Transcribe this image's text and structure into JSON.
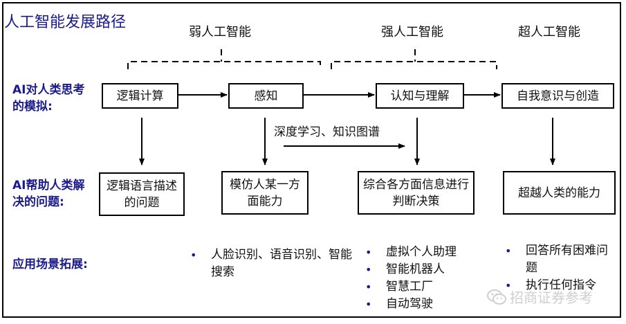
{
  "title": "人工智能发展路径",
  "stages": {
    "weak": "弱人工智能",
    "strong": "强人工智能",
    "super": "超人工智能"
  },
  "rows": {
    "simulation": {
      "label": "AI对人类思考的模拟:"
    },
    "problems": {
      "label": "AI帮助人类解决的问题:"
    },
    "applications": {
      "label": "应用场景拓展:"
    }
  },
  "simulation_boxes": [
    "逻辑计算",
    "感知",
    "认知与理解",
    "自我意识与创造"
  ],
  "problem_boxes": [
    "逻辑语言描述的问题",
    "模仿人某一方面能力",
    "综合各方面信息进行判断决策",
    "超越人类的能力"
  ],
  "deep_learning_label": "深度学习、知识图谱",
  "applications": {
    "col1": [
      "人脸识别、语音识别、智能搜索"
    ],
    "col2": [
      "虚拟个人助理",
      "智能机器人",
      "智慧工厂",
      "自动驾驶"
    ],
    "col3": [
      "回答所有困难问题",
      "执行任何指令"
    ]
  },
  "watermark": "招商证券参考",
  "colors": {
    "accent_blue": "#1a1a8c",
    "line": "#000000"
  }
}
